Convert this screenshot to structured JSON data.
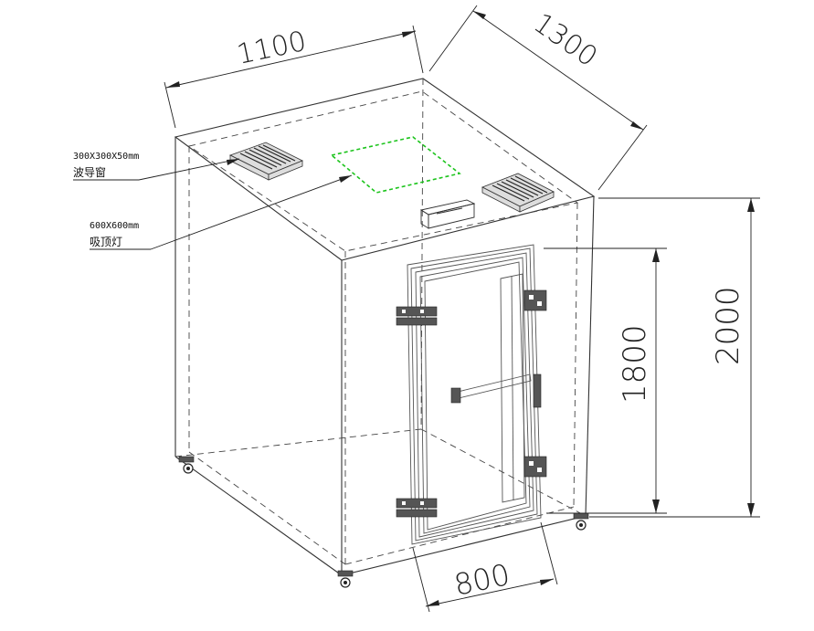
{
  "dimensions": {
    "width": "1100",
    "depth": "1300",
    "height_total": "2000",
    "height_door": "1800",
    "door_width": "800"
  },
  "annotations": {
    "vent_spec": "300X300X50mm",
    "vent_name": "波导窗",
    "light_spec": "600X600mm",
    "light_name": "吸顶灯"
  },
  "colors": {
    "line": "#333333",
    "light_outline": "#1dc41d"
  }
}
